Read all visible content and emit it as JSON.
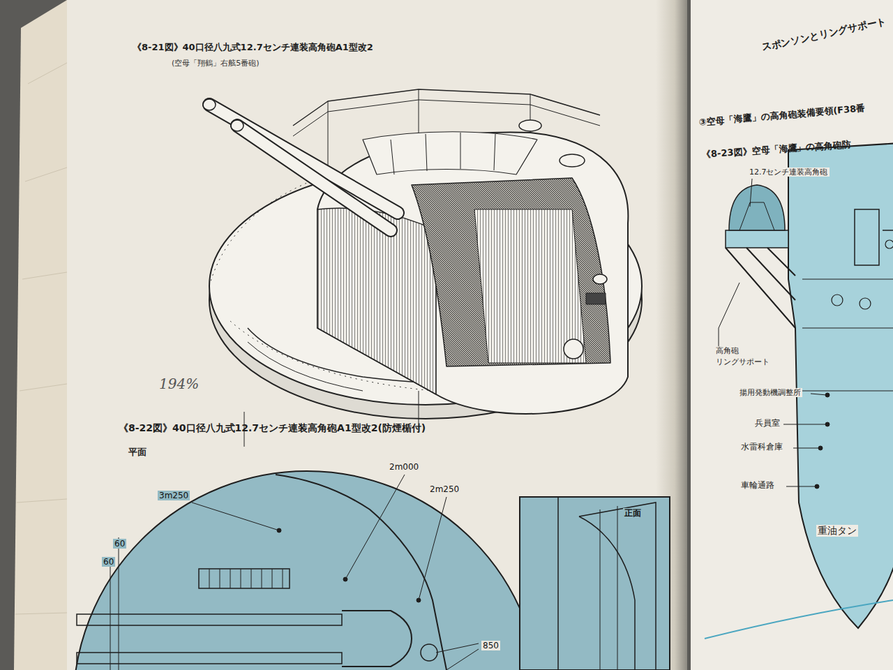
{
  "diagram": {
    "labels": [
      "《8-21図》40口径八九式12.7センチ連装高角砲A1型改2",
      "(空母「翔鶴」右舷5番砲)",
      "194%",
      "《8-22図》40口径八九式12.7センチ連装高角砲A1型改2(防煙楯付)",
      "平面",
      "3m250",
      "2m000",
      "2m250",
      "60",
      "60",
      "850",
      "正面",
      "スポンソンとリングサポート",
      "③空母「海鷹」の高角砲装備要領(F38番",
      "《8-23図》空母「海鷹」の高角砲防",
      "12.7センチ連装高角砲",
      "高角砲",
      "リングサポート",
      "揚用発動機調整所",
      "兵員室",
      "水雷科倉庫",
      "車輪通路",
      "重油タン"
    ]
  }
}
